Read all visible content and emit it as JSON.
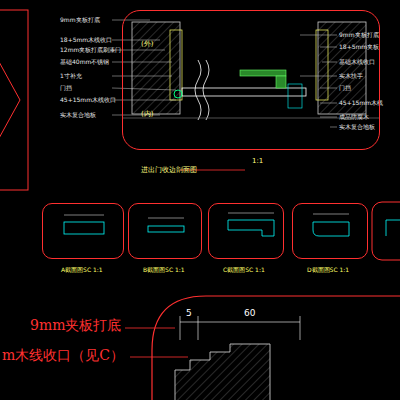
{
  "diagram": {
    "nodes": [
      {
        "text": [
          "(外)",
          "(内)",
          "进出门收边剖面图"
        ]
      },
      {
        "text": [
          "A截面图SC 1:1"
        ]
      },
      {
        "text": [
          "B截面图SC 1:1"
        ]
      },
      {
        "text": [
          "C截面图SC 1:1"
        ]
      },
      {
        "text": [
          "D截面图SC 1:1"
        ]
      }
    ],
    "labels": [
      "9mm夹板打底",
      "18+5mm木线收口",
      "12mm夹板打底刷漆门",
      "基础40mm不锈钢",
      "1寸补充",
      "门挡",
      "45+15mm木线收口",
      "实木复合地板",
      "9mm夹板打底",
      "18+5mm夹板",
      "基础木线收口",
      "实木扶手",
      "门挡",
      "45+15mm木线",
      "成品防腐木",
      "实木复合地板",
      "1:1",
      "9mm夹板打底",
      "m木线收口（见C）",
      "5",
      "60"
    ]
  }
}
